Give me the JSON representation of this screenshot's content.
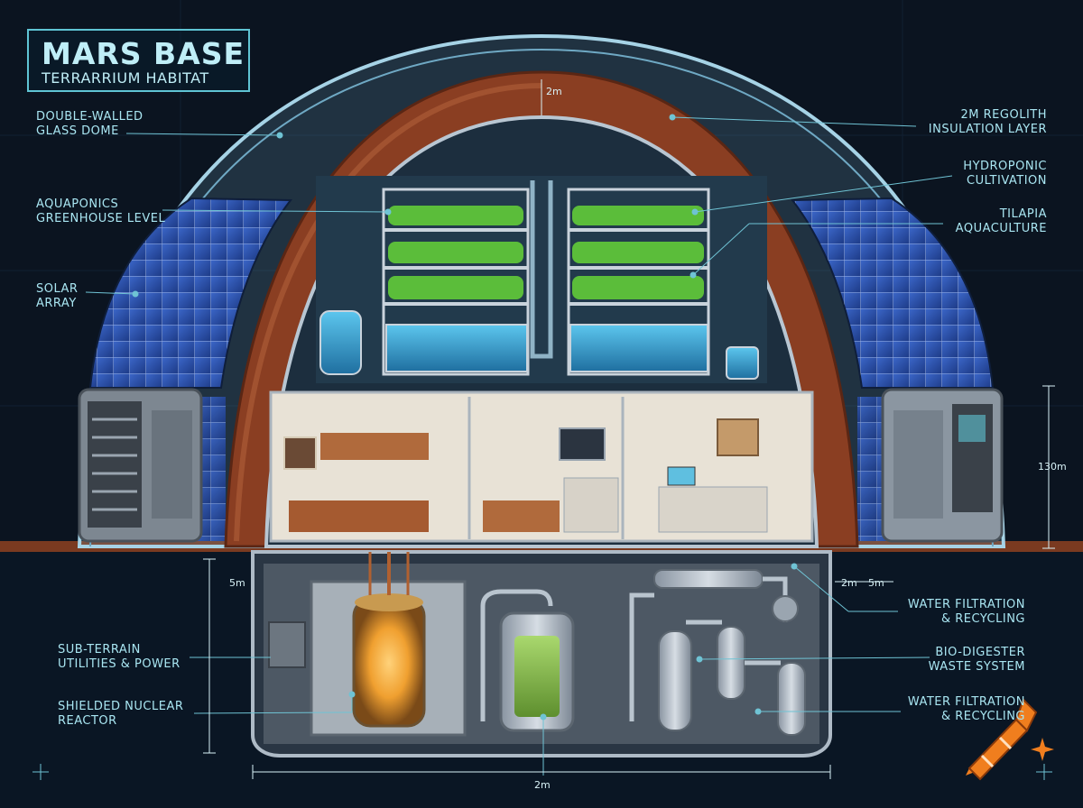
{
  "title": {
    "main": "MARS BASE",
    "sub": "TERRARRIUM HABITAT"
  },
  "labels": {
    "dome": [
      "DOUBLE-WALLED",
      "GLASS DOME"
    ],
    "aquaponics": [
      "AQUAPONICS",
      "GREENHOUSE LEVEL"
    ],
    "solar": [
      "SOLAR",
      "ARRAY"
    ],
    "regolith": [
      "2m REGOLITH",
      "INSULATION LAYER"
    ],
    "hydroponic": [
      "HYDROPONIC",
      "CULTIVATION"
    ],
    "tilapia": [
      "TILAPIA",
      "AQUACULTURE"
    ],
    "utilities": [
      "SUB-TERRAIN",
      "UTILITIES & POWER"
    ],
    "reactor": [
      "SHIELDED NUCLEAR",
      "REACTOR"
    ],
    "water1": [
      "WATER FILTRATION",
      "& RECYCLING"
    ],
    "biodigester": [
      "BIO-DIGESTER",
      "WASTE SYSTEM"
    ],
    "water2": [
      "WATER FILTRATION",
      "& RECYCLING"
    ]
  },
  "dimensions": {
    "top": "2m",
    "height_right": "130m",
    "depth_left": "5m",
    "right_a": "2m",
    "right_b": "5m",
    "bottom": "2m"
  },
  "colors": {
    "background": "#0b1420",
    "accent": "#5fc4d4",
    "regolith": "#8a3e22",
    "solar": "#2a4fa8",
    "plant": "#5bbd3a",
    "water": "#3aa3d6",
    "reactor_glow": "#f0a030",
    "biotank": "#8fc45a"
  },
  "icons": [
    "crayon-logo-icon",
    "sparkle-icon"
  ]
}
